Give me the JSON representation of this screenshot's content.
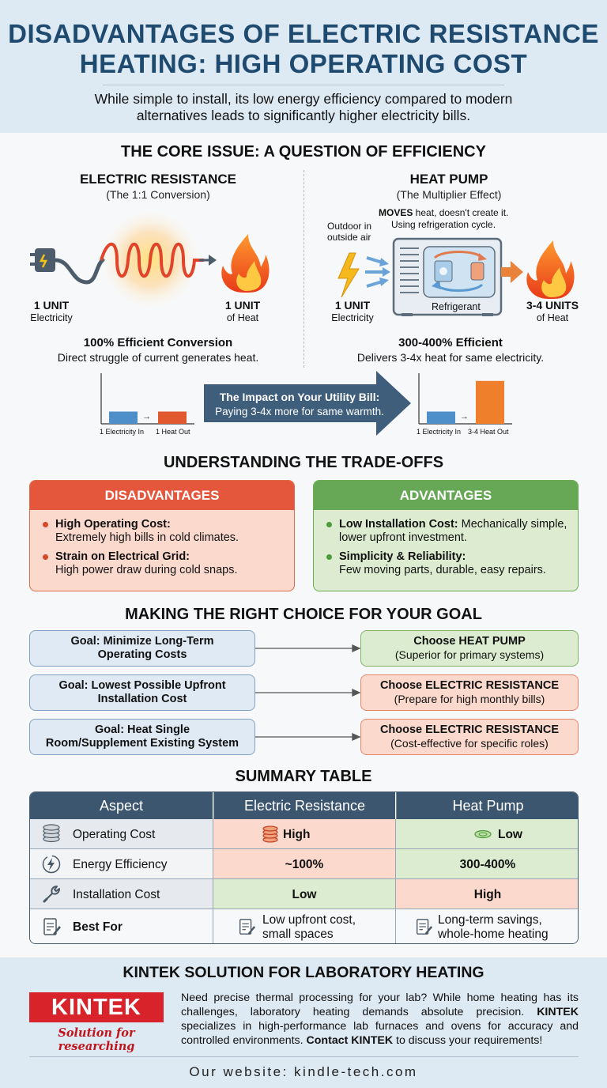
{
  "header": {
    "title_line1": "DISADVANTAGES OF ELECTRIC RESISTANCE",
    "title_line2": "HEATING: HIGH OPERATING COST",
    "subtitle_line1": "While simple to install, its low energy efficiency compared to modern",
    "subtitle_line2": "alternatives leads to significantly higher electricity bills."
  },
  "core": {
    "title": "THE CORE ISSUE: A QUESTION OF EFFICIENCY",
    "electric": {
      "title": "ELECTRIC RESISTANCE",
      "subtitle": "(The 1:1 Conversion)",
      "in_unit": "1 UNIT",
      "in_label": "Electricity",
      "out_unit": "1 UNIT",
      "out_label": "of Heat",
      "eff_title": "100% Efficient Conversion",
      "eff_desc": "Direct struggle of current generates heat."
    },
    "heatpump": {
      "title": "HEAT PUMP",
      "subtitle": "(The Multiplier Effect)",
      "moves_bold": "MOVES",
      "moves_rest": " heat, doesn't create it.",
      "cycle": "Using refrigeration cycle.",
      "outdoor_line1": "Outdoor in",
      "outdoor_line2": "outside air",
      "refrigerant": "Refrigerant",
      "in_unit": "1 UNIT",
      "in_label": "Electricity",
      "out_unit": "3-4 UNITS",
      "out_label": "of Heat",
      "eff_title": "300-400% Efficient",
      "eff_desc": "Delivers 3-4x heat for same electricity."
    },
    "impact": {
      "title": "The Impact on Your Utility Bill:",
      "desc": "Paying 3-4x more for same warmth."
    },
    "chart_left": {
      "in_label": "1 Electricity In",
      "out_label": "1 Heat Out",
      "in_value": 1,
      "out_value": 1,
      "in_color": "#4f8fc9",
      "out_color": "#e2582f"
    },
    "chart_right": {
      "in_label": "1 Electricity In",
      "out_label": "3-4 Heat Out",
      "in_value": 1,
      "out_value": 3.5,
      "in_color": "#4f8fc9",
      "out_color": "#f07f2b"
    }
  },
  "tradeoffs": {
    "title": "UNDERSTANDING THE TRADE-OFFS",
    "disadvantages": {
      "header": "DISADVANTAGES",
      "items": [
        {
          "bold": "High Operating Cost:",
          "text": "Extremely high bills in cold climates."
        },
        {
          "bold": "Strain on Electrical Grid:",
          "text": "High power draw during cold snaps."
        }
      ]
    },
    "advantages": {
      "header": "ADVANTAGES",
      "items": [
        {
          "bold": "Low Installation Cost:",
          "text": " Mechanically simple, lower upfront investment."
        },
        {
          "bold": "Simplicity & Reliability:",
          "text": "Few moving parts, durable, easy repairs."
        }
      ]
    }
  },
  "choice": {
    "title": "MAKING THE RIGHT CHOICE FOR YOUR GOAL",
    "rows": [
      {
        "goal_line1": "Goal: Minimize Long-Term",
        "goal_line2": "Operating Costs",
        "choice": "Choose HEAT PUMP",
        "note": "(Superior for primary systems)",
        "tone": "green"
      },
      {
        "goal_line1": "Goal: Lowest Possible Upfront",
        "goal_line2": "Installation Cost",
        "choice": "Choose ELECTRIC RESISTANCE",
        "note": "(Prepare for high monthly bills)",
        "tone": "red"
      },
      {
        "goal_line1": "Goal: Heat Single",
        "goal_line2": "Room/Supplement Existing System",
        "choice": "Choose ELECTRIC RESISTANCE",
        "note": "(Cost-effective for specific roles)",
        "tone": "red"
      }
    ]
  },
  "summary": {
    "title": "SUMMARY TABLE",
    "headers": [
      "Aspect",
      "Electric Resistance",
      "Heat Pump"
    ],
    "rows": [
      {
        "icon": "coins-icon",
        "aspect": "Operating Cost",
        "electric": "High",
        "heatpump": "Low"
      },
      {
        "icon": "lightning-icon",
        "aspect": "Energy Efficiency",
        "electric": "~100%",
        "heatpump": "300-400%"
      },
      {
        "icon": "wrench-icon",
        "aspect": "Installation Cost",
        "electric": "Low",
        "heatpump": "High"
      },
      {
        "icon": "document-icon",
        "aspect": "Best For",
        "electric_line1": "Low upfront cost,",
        "electric_line2": "small spaces",
        "heatpump_line1": "Long-term savings,",
        "heatpump_line2": "whole-home heating"
      }
    ]
  },
  "footer": {
    "title": "KINTEK SOLUTION FOR LABORATORY HEATING",
    "logo": "KINTEK",
    "tagline": "Solution for researching",
    "body_part1": "Need precise thermal processing for your lab? While home heating has its challenges, laboratory heating demands absolute precision. ",
    "body_brand1": "KINTEK",
    "body_part2": " specializes in high-performance lab furnaces and ovens for accuracy and controlled environments. ",
    "body_cta": "Contact KINTEK",
    "body_part3": " to discuss your requirements!",
    "website": "Our website: kindle-tech.com"
  },
  "colors": {
    "title_blue": "#1f4a70",
    "red": "#e5573d",
    "green": "#67a856",
    "table_head": "#3c5670"
  }
}
